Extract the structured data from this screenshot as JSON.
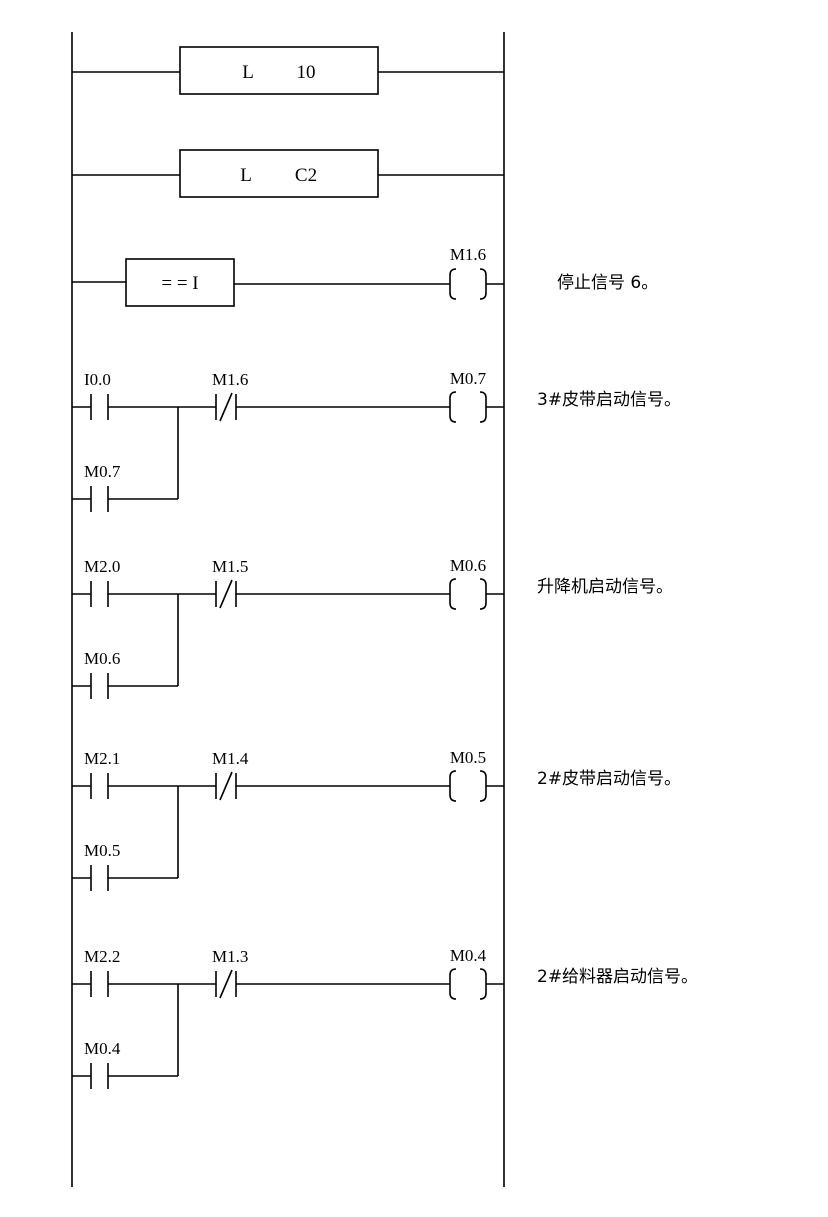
{
  "instructions": [
    {
      "op": "L",
      "operand": "10"
    },
    {
      "op": "L",
      "operand": "C2"
    }
  ],
  "compare": {
    "label": "= = I",
    "coil": "M1.6",
    "comment": "停止信号 6。"
  },
  "networks": [
    {
      "input": "I0.0",
      "seal": "M0.7",
      "nc": "M1.6",
      "coil": "M0.7",
      "comment": "3#皮带启动信号。"
    },
    {
      "input": "M2.0",
      "seal": "M0.6",
      "nc": "M1.5",
      "coil": "M0.6",
      "comment": "升降机启动信号。"
    },
    {
      "input": "M2.1",
      "seal": "M0.5",
      "nc": "M1.4",
      "coil": "M0.5",
      "comment": "2#皮带启动信号。"
    },
    {
      "input": "M2.2",
      "seal": "M0.4",
      "nc": "M1.3",
      "coil": "M0.4",
      "comment": "2#给料器启动信号。"
    }
  ]
}
